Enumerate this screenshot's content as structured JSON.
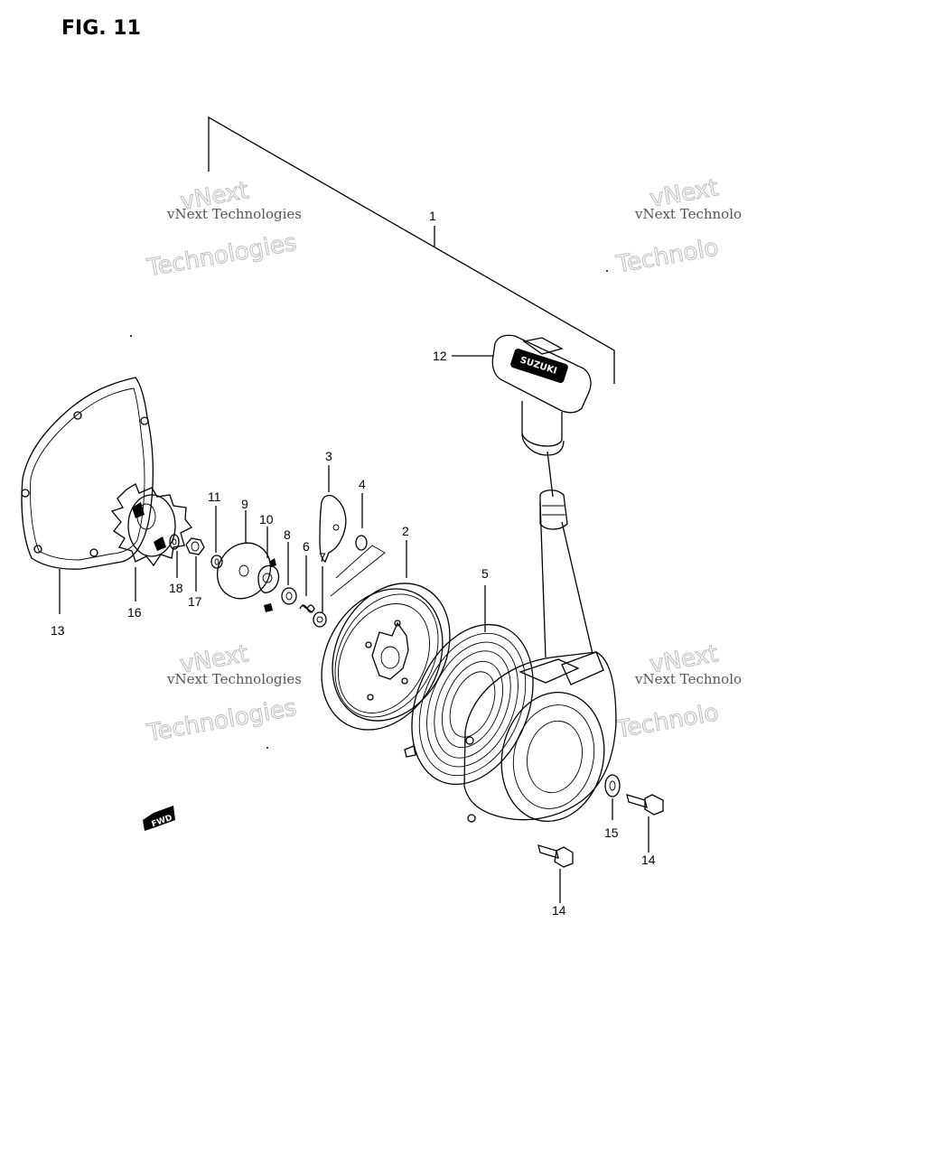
{
  "figure": {
    "title": "FIG. 11"
  },
  "watermark": {
    "line1": "vNext Technologies",
    "line2": "Technologies",
    "line3": "vNext",
    "line1_clipped": "vNext Technolo",
    "line2_clipped": "Technolo"
  },
  "badge": {
    "fwd": "FWD"
  },
  "handle_logo": "SUZUKI",
  "callouts": {
    "c1": "1",
    "c2": "2",
    "c3": "3",
    "c4": "4",
    "c5": "5",
    "c6": "6",
    "c7": "7",
    "c8": "8",
    "c9": "9",
    "c10": "10",
    "c11": "11",
    "c12": "12",
    "c13": "13",
    "c14a": "14",
    "c14b": "14",
    "c15": "15",
    "c16": "16",
    "c17": "17",
    "c18": "18"
  }
}
